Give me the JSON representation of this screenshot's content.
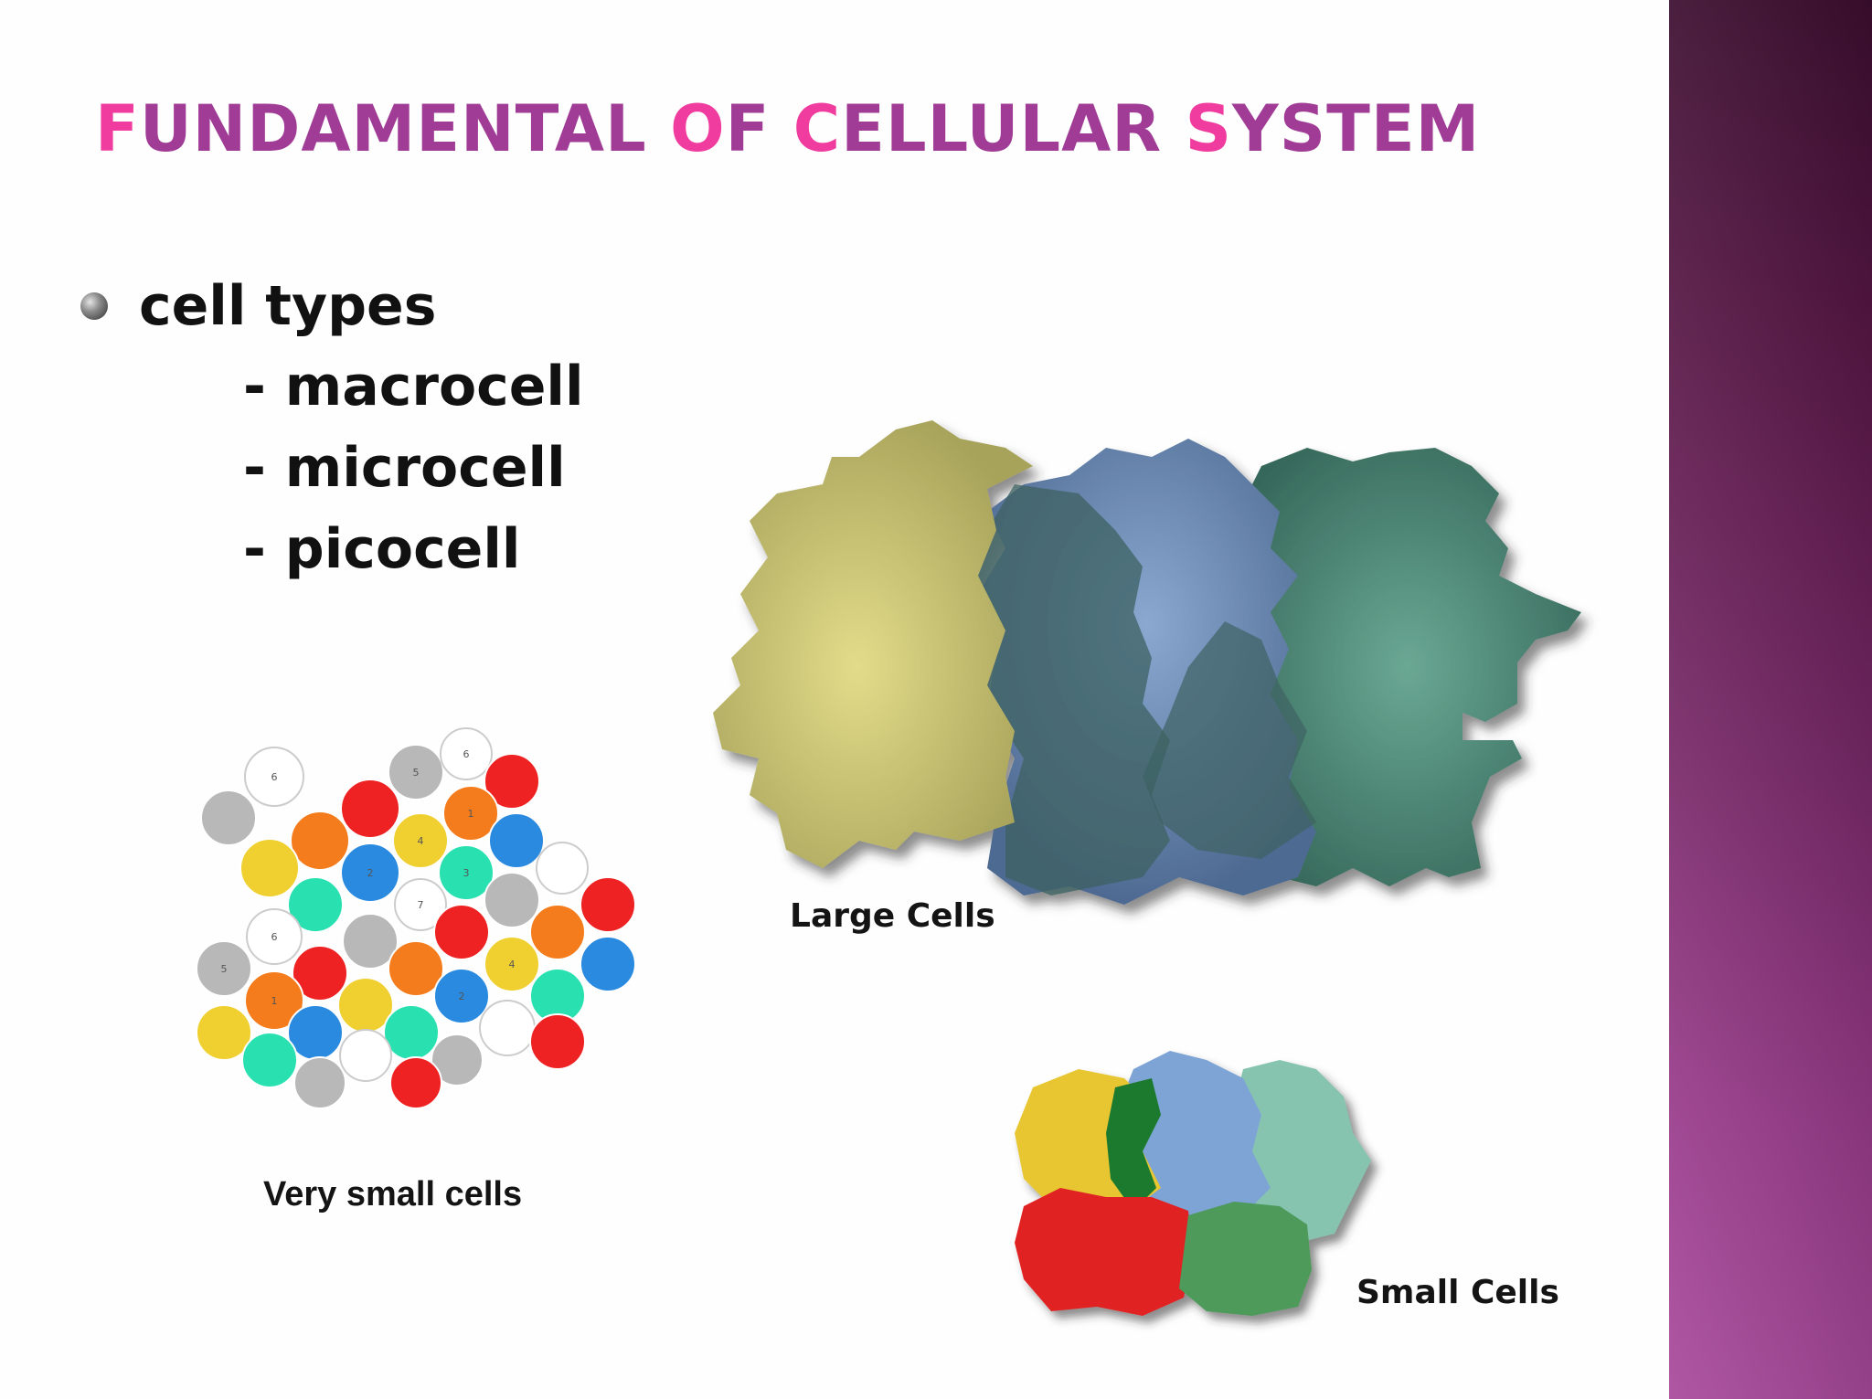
{
  "slide": {
    "title_parts": [
      "F",
      "UNDAMENTAL ",
      "O",
      "F ",
      "C",
      "ELLULAR ",
      "S",
      "YSTEM"
    ],
    "bullet": "cell types",
    "sub_items": [
      "- macrocell",
      "- microcell",
      "- picocell"
    ]
  },
  "figures": {
    "large_label": "Large Cells",
    "small_label": "Small Cells",
    "very_small_label": "Very small cells",
    "hex_numbers": [
      "6",
      "5",
      "6",
      "1",
      "2",
      "4",
      "3",
      "7",
      "6",
      "5",
      "2",
      "1",
      "4"
    ]
  },
  "colors": {
    "title_main": "#a03c96",
    "title_caps": "#ef3c9e",
    "sidebar_top": "#3d0e30",
    "sidebar_bottom": "#a94a9c",
    "large_yellow": "#c8c26a",
    "large_blue": "#6e8fb8",
    "large_teal": "#4f8a78"
  }
}
